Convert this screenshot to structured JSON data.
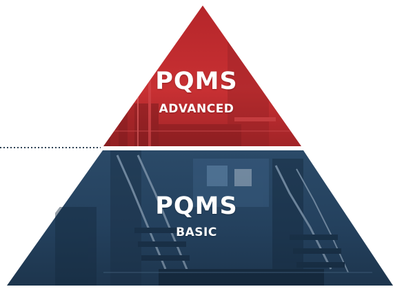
{
  "pyramid": {
    "top_tier": {
      "title": "PQMS",
      "subtitle": "ADVANCED",
      "color": "#c8292c"
    },
    "bottom_tier": {
      "title": "PQMS",
      "subtitle": "BASIC",
      "color": "#23405e"
    },
    "connector_color": "#2b3f52"
  }
}
